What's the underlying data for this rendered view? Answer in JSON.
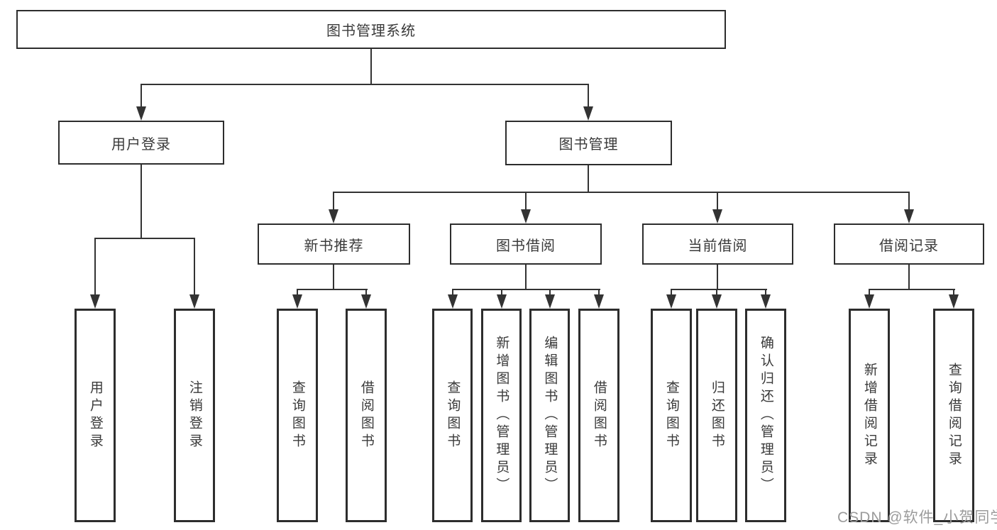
{
  "diagram": {
    "root": {
      "label": "图书管理系统"
    },
    "branches": [
      {
        "label": "用户登录",
        "children": [
          {
            "label": "用户登录"
          },
          {
            "label": "注销登录"
          }
        ]
      },
      {
        "label": "图书管理",
        "children": [
          {
            "label": "新书推荐",
            "children": [
              {
                "label": "查询图书"
              },
              {
                "label": "借阅图书"
              }
            ]
          },
          {
            "label": "图书借阅",
            "children": [
              {
                "label": "查询图书"
              },
              {
                "label": "新增图书（管理员）"
              },
              {
                "label": "编辑图书（管理员）"
              },
              {
                "label": "借阅图书"
              }
            ]
          },
          {
            "label": "当前借阅",
            "children": [
              {
                "label": "查询图书"
              },
              {
                "label": "归还图书"
              },
              {
                "label": "确认归还（管理员）"
              }
            ]
          },
          {
            "label": "借阅记录",
            "children": [
              {
                "label": "新增借阅记录"
              },
              {
                "label": "查询借阅记录"
              }
            ]
          }
        ]
      }
    ],
    "watermark": "CSDN @软件_小贺同学",
    "colors": {
      "line": "#333333",
      "box_border": "#2d2d2d",
      "text": "#3a3a3a",
      "background": "#ffffff",
      "watermark": "#9b9b9b"
    }
  }
}
